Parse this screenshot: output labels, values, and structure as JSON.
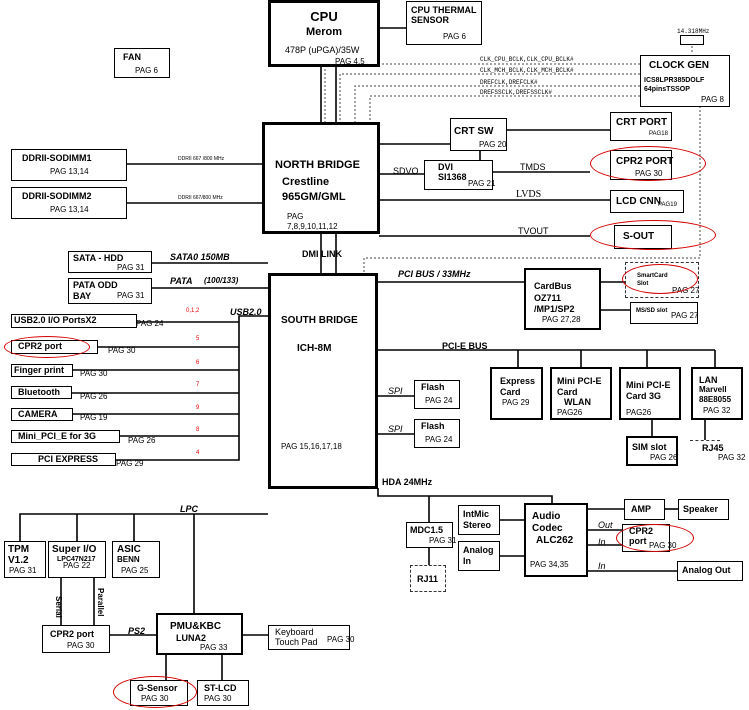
{
  "blocks": {
    "cpu": {
      "name": "CPU",
      "sub": "Merom",
      "spec": "478P (uPGA)/35W",
      "pag": "PAG 4,5"
    },
    "cpu_thermal": {
      "l1": "CPU THERMAL",
      "l2": "SENSOR",
      "pag": "PAG 6"
    },
    "fan": {
      "name": "FAN",
      "pag": "PAG 6"
    },
    "clock_gen": {
      "name": "CLOCK GEN",
      "l1": "ICS8LPR385DOLF",
      "l2": "64pinsTSSOP",
      "pag": "PAG 8",
      "crystal": "14.318MHz"
    },
    "north_bridge": {
      "name": "NORTH BRIDGE",
      "l1": "Crestline",
      "l2": "965GM/GML",
      "pag_label": "PAG",
      "pag": "7,8,9,10,11,12"
    },
    "ddr1": {
      "name": "DDRII-SODIMM1",
      "pag": "PAG 13,14"
    },
    "ddr2": {
      "name": "DDRII-SODIMM2",
      "pag": "PAG 13,14"
    },
    "crt_sw": {
      "name": "CRT SW",
      "pag": "PAG 20"
    },
    "crt_port": {
      "name": "CRT PORT",
      "pag": "PAG18"
    },
    "dvi": {
      "l1": "DVI",
      "l2": "SI1368",
      "pag": "PAG 21"
    },
    "cpr2_port_hdmi": {
      "name": "CPR2 PORT",
      "pag": "PAG 30"
    },
    "lcd_cnn": {
      "name": "LCD CNN",
      "pag": "PAG19"
    },
    "s_out": {
      "name": "S-OUT"
    },
    "south_bridge": {
      "name": "SOUTH BRIDGE",
      "sub": "ICH-8M",
      "pag": "PAG 15,16,17,18"
    },
    "sata_hdd": {
      "name": "SATA - HDD",
      "pag": "PAG 31"
    },
    "pata_odd": {
      "l1": "PATA ODD",
      "l2": "BAY",
      "pag": "PAG 31"
    },
    "usb_ports": {
      "name": "USB2.0  I/O PortsX2",
      "pag": "PAG 24"
    },
    "cpr2_usb": {
      "name": "CPR2 port",
      "pag": "PAG 30"
    },
    "finger": {
      "name": "Finger print",
      "pag": "PAG 30"
    },
    "bluetooth": {
      "name": "Bluetooth",
      "pag": "PAG 26"
    },
    "camera": {
      "name": "CAMERA",
      "pag": "PAG 19"
    },
    "mini_pcie_3g_usb": {
      "name": "Mini_PCI_E for 3G",
      "pag": "PAG 26"
    },
    "pci_express": {
      "name": "PCI EXPRESS",
      "pag": "PAG 29"
    },
    "cardbus": {
      "l1": "CardBus",
      "l2": "OZ711",
      "l3": "/MP1/SP2",
      "pag": "PAG 27,28"
    },
    "smartcard": {
      "l1": "SmartCard",
      "l2": "Slot",
      "pag": "PAG 27"
    },
    "ms_sd": {
      "name": "MS/SD slot",
      "pag": "PAG 27"
    },
    "express_card": {
      "l1": "Express",
      "l2": "Card",
      "pag": "PAG 29"
    },
    "mini_wlan": {
      "l1": "Mini PCI-E",
      "l2": "Card",
      "l3": "WLAN",
      "pag": "PAG26"
    },
    "mini_3g": {
      "l1": "Mini PCI-E",
      "l2": "Card 3G",
      "pag": "PAG26"
    },
    "lan": {
      "l1": "LAN",
      "l2": "Marvell",
      "l3": "88E8055",
      "pag": "PAG 32"
    },
    "sim": {
      "name": "SIM slot",
      "pag": "PAG 26"
    },
    "rj45": {
      "name": "RJ45",
      "pag": "PAG 32"
    },
    "flash1": {
      "name": "Flash",
      "pag": "PAG 24"
    },
    "flash2": {
      "name": "Flash",
      "pag": "PAG 24"
    },
    "mdc": {
      "name": "MDC1.5",
      "pag": "PAG 31"
    },
    "rj11": {
      "name": "RJ11"
    },
    "intmic": {
      "l1": "IntMic",
      "l2": "Stereo"
    },
    "analog_in": {
      "l1": "Analog",
      "l2": "In"
    },
    "audio_codec": {
      "l1": "Audio",
      "l2": "Codec",
      "l3": "ALC262",
      "pag": "PAG 34,35"
    },
    "amp": {
      "name": "AMP"
    },
    "speaker": {
      "name": "Speaker"
    },
    "cpr2_audio": {
      "l1": "CPR2",
      "l2": "port",
      "pag": "PAG 30"
    },
    "analog_out": {
      "name": "Analog Out"
    },
    "tpm": {
      "l1": "TPM",
      "l2": "V1.2",
      "pag": "PAG 31"
    },
    "superio": {
      "l1": "Super I/O",
      "l2": "LPC47N217",
      "pag": "PAG 22"
    },
    "asic": {
      "l1": "ASIC",
      "l2": "BENN",
      "pag": "PAG 25"
    },
    "cpr2_bottom": {
      "name": "CPR2 port",
      "pag": "PAG 30"
    },
    "pmu": {
      "l1": "PMU&KBC",
      "l2": "LUNA2",
      "pag": "PAG 33"
    },
    "keyboard": {
      "l1": "Keyboard",
      "l2": "Touch Pad",
      "pag": "PAG 30"
    },
    "gsensor": {
      "name": "G-Sensor",
      "pag": "PAG 30"
    },
    "stlcd": {
      "name": "ST-LCD",
      "pag": "PAG 30"
    }
  },
  "labels": {
    "clk1": "CLK_CPU_BCLK,CLK_CPU_BCLK#",
    "clk2": "CLK_MCH_BCLK,CLK_MCH_BCLK#",
    "clk3": "DREFCLK,DREFCLK#",
    "clk4": "DREFSSCLK,DREFSSCLK#",
    "ddr_bus1": "DDRII  667 /800 MHz",
    "ddr_bus2": "DDRII  667/800 MHz",
    "sdvo": "SDVO",
    "tmds": "TMDS",
    "lvds": "LVDS",
    "tvout": "TVOUT",
    "dmi": "DMI LINK",
    "sata0": "SATA0 150MB",
    "pata": "PATA",
    "pata_speed": "(100/133)",
    "pci_bus": "PCI BUS / 33MHz",
    "pcie_bus": "PCI-E  BUS",
    "usb20": "USB2.0",
    "spi1": "SPI",
    "spi2": "SPI",
    "hda": "HDA 24MHz",
    "lpc": "LPC",
    "ps2": "PS2",
    "serial": "Serial",
    "parallel": "Parallel",
    "out": "Out",
    "in1": "In",
    "in2": "In",
    "usb_nums": [
      "0,1,2",
      "5",
      "6",
      "7",
      "9",
      "8",
      "4"
    ]
  }
}
